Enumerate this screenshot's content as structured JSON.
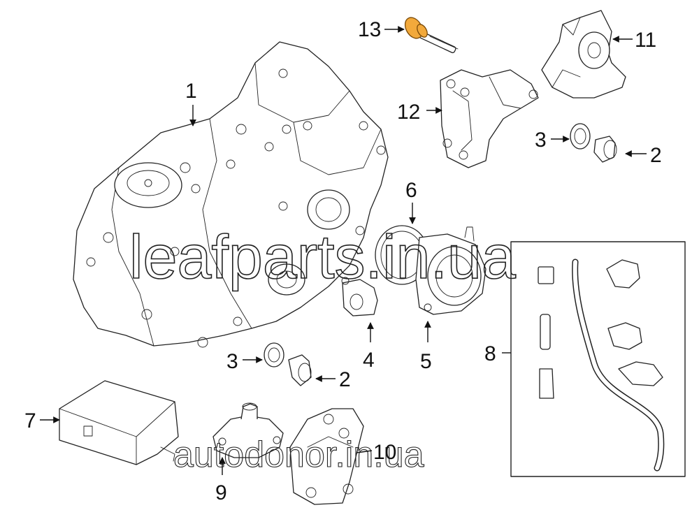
{
  "callouts": {
    "p1": "1",
    "p2a": "2",
    "p2b": "2",
    "p3a": "3",
    "p3b": "3",
    "p4": "4",
    "p5": "5",
    "p6": "6",
    "p7": "7",
    "p8": "8",
    "p9": "9",
    "p10": "10",
    "p11": "11",
    "p12": "12",
    "p13": "13"
  },
  "watermarks": {
    "primary": "leafparts.in.ua",
    "secondary": "autodonor.in.ua"
  },
  "colors": {
    "highlight": "#f2a93b",
    "line": "#222222",
    "background": "#ffffff"
  }
}
